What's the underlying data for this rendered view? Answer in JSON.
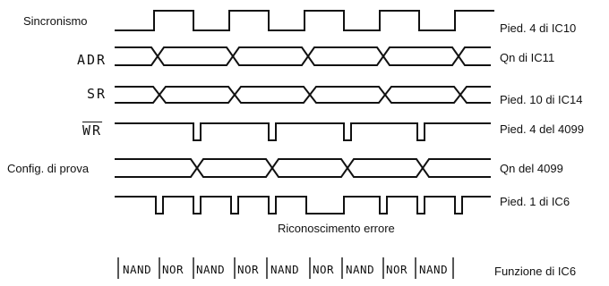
{
  "signals": [
    {
      "id": "sync",
      "left_label": "Sincronismo",
      "right_label": "Pied. 4 di IC10"
    },
    {
      "id": "adr",
      "left_label": "ADR",
      "right_label": "Qn di IC11"
    },
    {
      "id": "sr",
      "left_label": "SR",
      "right_label": "Pied. 10 di IC14"
    },
    {
      "id": "wr",
      "left_label": "WR",
      "right_label": "Pied. 4 del 4099"
    },
    {
      "id": "config",
      "left_label": "Config. di prova",
      "right_label": "Qn del 4099"
    },
    {
      "id": "out",
      "left_label": "",
      "right_label": "Pied. 1 di IC6"
    }
  ],
  "error_label": "Riconoscimento errore",
  "functions": [
    "NAND",
    "NOR",
    "NAND",
    "NOR",
    "NAND",
    "NOR",
    "NAND",
    "NOR",
    "NAND"
  ],
  "function_label": "Funzione di IC6"
}
